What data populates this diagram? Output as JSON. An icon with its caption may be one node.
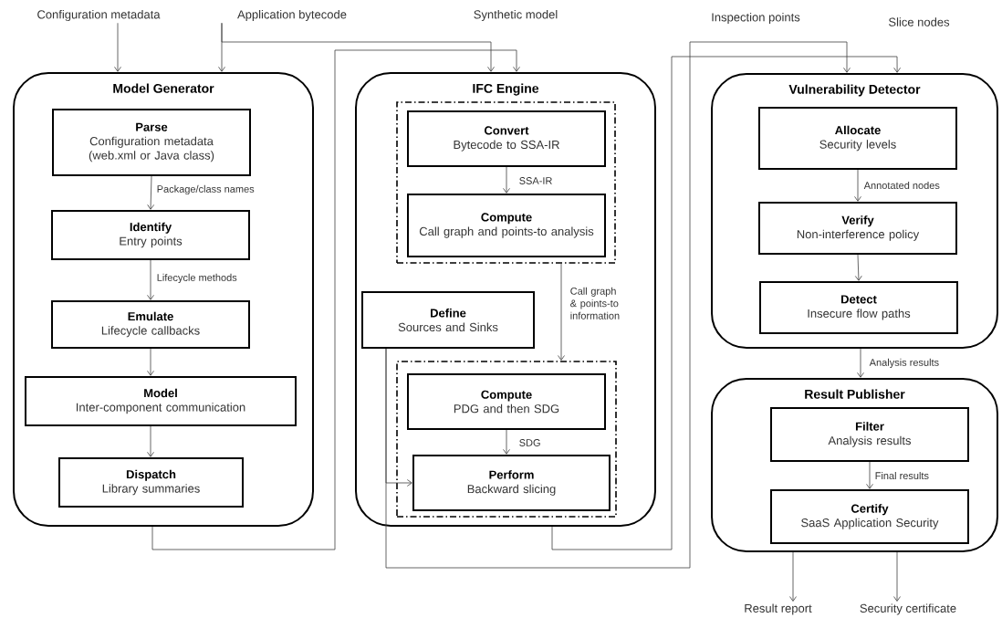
{
  "diagram": {
    "nodes": [
      {
        "text": [
          "Configuration metadata"
        ]
      },
      {
        "text": [
          "Application bytecode"
        ]
      },
      {
        "text": [
          "Model Generator"
        ]
      },
      {
        "text": [
          "Parse",
          "Configuration metadata (web.xml or Java class)"
        ],
        "in": 2
      },
      {
        "text": [
          "Identify",
          "Entry points"
        ],
        "in": 2
      },
      {
        "text": [
          "Emulate",
          "Lifecycle callbacks"
        ],
        "in": 2
      },
      {
        "text": [
          "Model",
          "Inter-component communication"
        ],
        "in": 2
      },
      {
        "text": [
          "Dispatch",
          "Library summaries"
        ],
        "in": 2
      },
      {
        "text": [
          "IFC Engine"
        ]
      },
      {
        "text": [],
        "shape": "box",
        "in": 8
      },
      {
        "text": [
          "Convert",
          "Bytecode to SSA-IR"
        ],
        "in": 9
      },
      {
        "text": [
          "Compute",
          "Call graph and points-to analysis"
        ],
        "in": 9
      },
      {
        "text": [
          "Define",
          "Sources and Sinks"
        ],
        "in": 8
      },
      {
        "text": [],
        "shape": "box",
        "in": 8
      },
      {
        "text": [
          "Compute",
          "PDG and then SDG"
        ],
        "in": 13
      },
      {
        "text": [
          "Perform",
          "Backward slicing"
        ],
        "in": 13
      },
      {
        "text": [
          "Vulnerability Detector"
        ]
      },
      {
        "text": [
          "Allocate",
          "Security levels"
        ],
        "in": 16
      },
      {
        "text": [
          "Verify",
          "Non-interference policy"
        ],
        "in": 16
      },
      {
        "text": [
          "Detect",
          "Insecure flow paths"
        ],
        "in": 16
      },
      {
        "text": [
          "Result Publisher"
        ]
      },
      {
        "text": [
          "Filter",
          "Analysis results"
        ],
        "in": 20
      },
      {
        "text": [
          "Certify",
          "SaaS Application Security"
        ],
        "in": 20
      },
      {
        "text": [
          "Result report"
        ]
      },
      {
        "text": [
          "Security certificate"
        ]
      }
    ],
    "edges": [
      {
        "from": 0,
        "to": 2,
        "arrow": "to"
      },
      {
        "from": 1,
        "to": 2,
        "arrow": "to"
      },
      {
        "from": 1,
        "to": 8,
        "arrow": "to"
      },
      {
        "from": 2,
        "to": 8,
        "arrow": "to",
        "label": "Synthetic model"
      },
      {
        "from": 3,
        "to": 4,
        "arrow": "to",
        "label": "Package/class names"
      },
      {
        "from": 4,
        "to": 5,
        "arrow": "to",
        "label": "Lifecycle methods"
      },
      {
        "from": 5,
        "to": 6,
        "arrow": "to"
      },
      {
        "from": 6,
        "to": 7,
        "arrow": "to"
      },
      {
        "from": 10,
        "to": 11,
        "arrow": "to",
        "label": "SSA-IR"
      },
      {
        "from": 9,
        "to": 13,
        "arrow": "to",
        "label": "Call graph & points-to information"
      },
      {
        "from": 14,
        "to": 15,
        "arrow": "to",
        "label": "SDG"
      },
      {
        "from": 12,
        "to": 15,
        "arrow": "to"
      },
      {
        "from": 12,
        "to": 16,
        "arrow": "to",
        "label": "Inspection points"
      },
      {
        "from": 8,
        "to": 16,
        "arrow": "to",
        "label": "Slice nodes"
      },
      {
        "from": 17,
        "to": 18,
        "arrow": "to",
        "label": "Annotated nodes"
      },
      {
        "from": 18,
        "to": 19,
        "arrow": "to"
      },
      {
        "from": 16,
        "to": 20,
        "arrow": "to",
        "label": "Analysis results"
      },
      {
        "from": 21,
        "to": 22,
        "arrow": "to",
        "label": "Final results"
      },
      {
        "from": 20,
        "to": 23,
        "arrow": "to"
      },
      {
        "from": 20,
        "to": 24,
        "arrow": "to"
      }
    ]
  }
}
